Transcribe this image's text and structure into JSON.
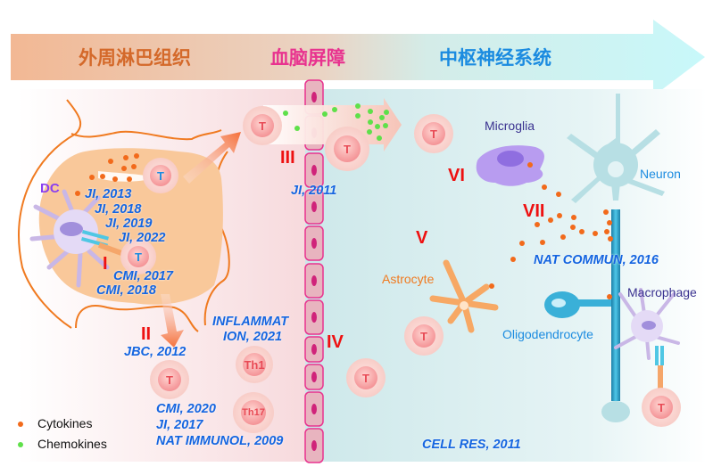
{
  "header": {
    "sections": [
      {
        "label": "外周淋巴组织",
        "color": "#d4692a"
      },
      {
        "label": "血脑屏障",
        "color": "#e8338f"
      },
      {
        "label": "中枢神经系统",
        "color": "#1b8be0"
      }
    ]
  },
  "stages": [
    "I",
    "II",
    "III",
    "IV",
    "V",
    "VI",
    "VII"
  ],
  "cells": {
    "dc": "DC",
    "microglia": "Microglia",
    "neuron": "Neuron",
    "astrocyte": "Astrocyte",
    "oligodendrocyte": "Oligodendrocyte",
    "macrophage": "Macrophage",
    "t": "T",
    "th1": "Th1",
    "th17": "Th17"
  },
  "references": {
    "stage1": [
      "JI, 2013",
      "JI, 2018",
      "JI, 2019",
      "JI, 2022",
      "CMI, 2017",
      "CMI, 2018"
    ],
    "stage2": "JBC, 2012",
    "stage3": "JI, 2011",
    "th1": [
      "INFLAMMAT",
      "ION, 2021"
    ],
    "th17": [
      "CMI, 2020",
      "JI, 2017",
      "NAT IMMUNOL, 2009"
    ],
    "stage7": "NAT COMMUN, 2016",
    "cns": "CELL RES, 2011"
  },
  "legend": [
    {
      "label": "Cytokines",
      "color": "#f26a1b"
    },
    {
      "label": "Chemokines",
      "color": "#5fe04a"
    }
  ],
  "colors": {
    "cytokine": "#f26a1b",
    "chemokine": "#5fe04a",
    "stage": "#ee1111",
    "reference": "#1565e0",
    "barrier": "#e8338f"
  }
}
